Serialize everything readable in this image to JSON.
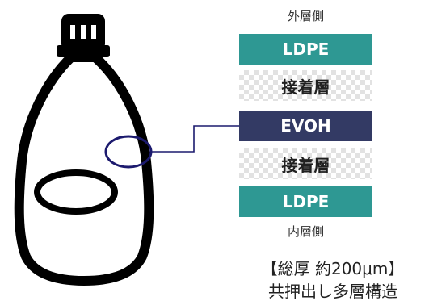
{
  "diagram": {
    "outer_label": "外層側",
    "inner_label": "内層側",
    "layers": [
      {
        "label": "LDPE",
        "color": "#2e9893",
        "pattern": "solid"
      },
      {
        "label": "接着層",
        "color": "#e2e2e2",
        "pattern": "checker"
      },
      {
        "label": "EVOH",
        "color": "#333a64",
        "pattern": "solid"
      },
      {
        "label": "接着層",
        "color": "#e2e2e2",
        "pattern": "checker"
      },
      {
        "label": "LDPE",
        "color": "#2e9893",
        "pattern": "solid"
      }
    ],
    "caption_line1": "【総厚 約200μm】",
    "caption_line2": "共押出し多層構造",
    "callout_color": "#1c1a6e"
  }
}
